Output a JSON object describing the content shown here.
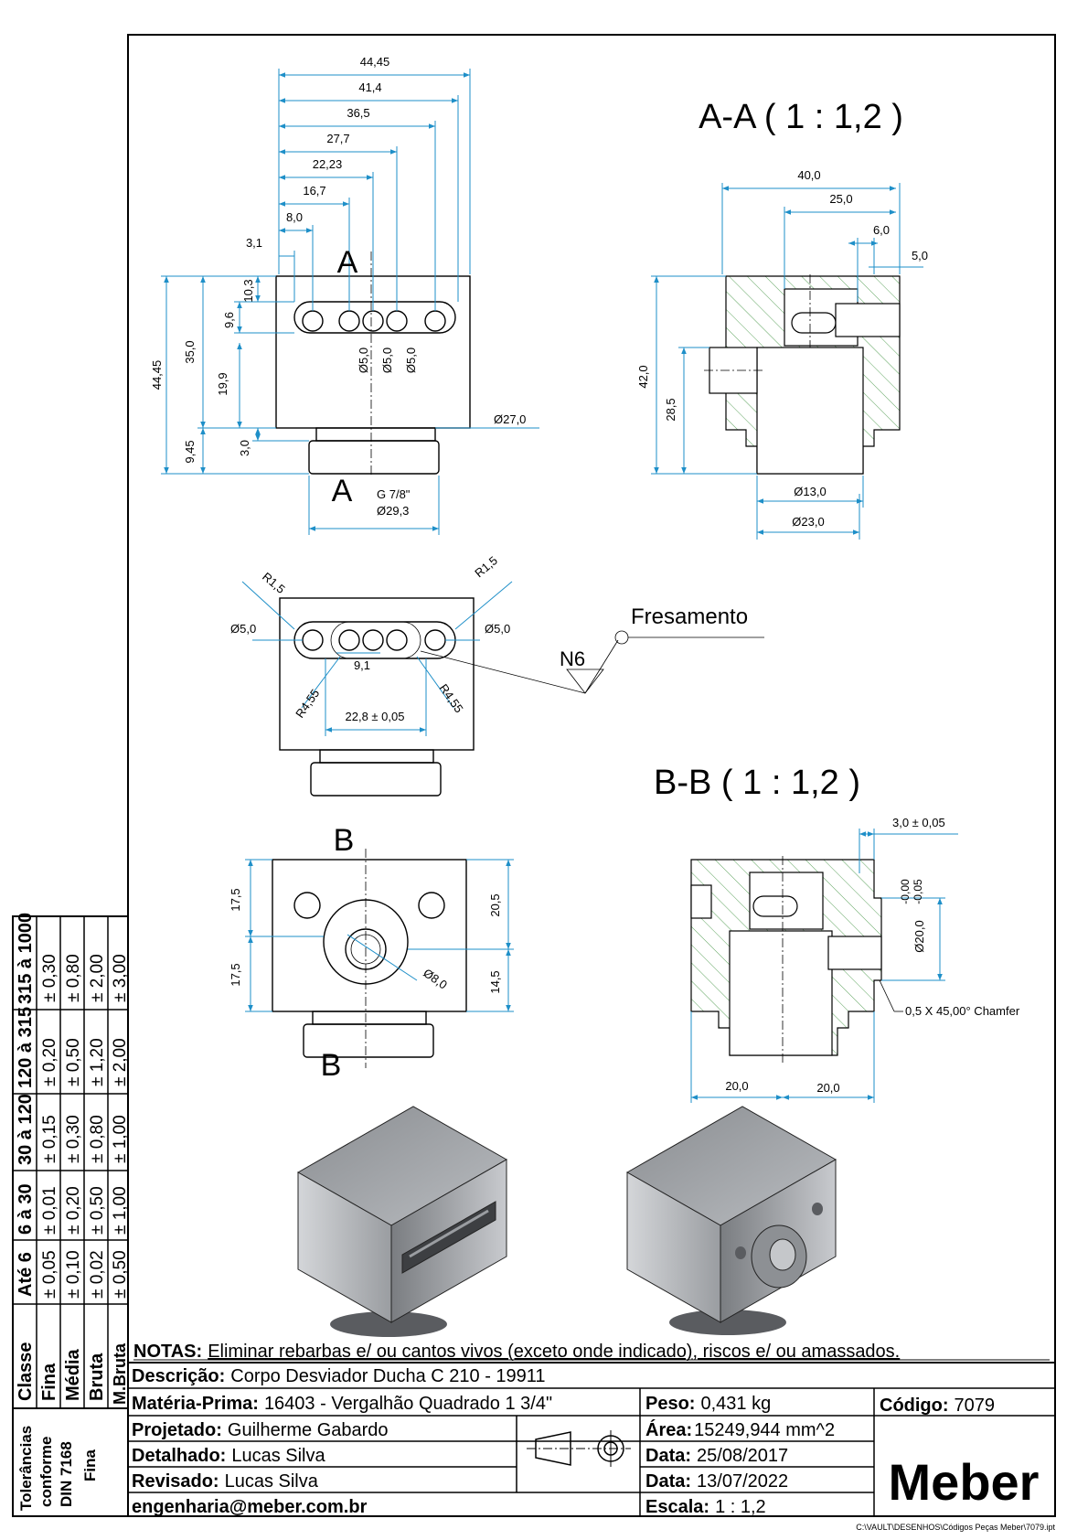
{
  "views": {
    "section_aa_title": "A-A ( 1 : 1,2 )",
    "section_bb_title": "B-B ( 1 : 1,2 )",
    "cut_a": "A",
    "cut_b": "B"
  },
  "front_view_dims": {
    "w1": "44,45",
    "w2": "41,4",
    "w3": "36,5",
    "w4": "27,7",
    "w5": "22,23",
    "w6": "16,7",
    "w7": "8,0",
    "w8": "3,1",
    "h_total": "44,45",
    "h_body": "35,0",
    "h_slot": "10,3",
    "h_slot2": "9,6",
    "h_hole": "19,9",
    "h_base": "9,45",
    "h_neck": "3,0",
    "hole1": "Ø5,0",
    "hole2": "Ø5,0",
    "hole3": "Ø5,0",
    "neck_dia": "Ø27,0",
    "thread": "G 7/8\"",
    "thread_dia": "Ø29,3"
  },
  "section_aa_dims": {
    "w_total": "40,0",
    "w_inner": "25,0",
    "w_a": "6,0",
    "w_b": "5,0",
    "h_total": "42,0",
    "h_inner": "28,5",
    "bore1": "Ø13,0",
    "bore2": "Ø23,0"
  },
  "slot_view_dims": {
    "r_left": "R1,5",
    "r_right": "R1,5",
    "hole_left": "Ø5,0",
    "hole_right": "Ø5,0",
    "pitch": "9,1",
    "r_slot_left": "R4,55",
    "r_slot_right": "R4,55",
    "slot_len": "22,8 ± 0,05",
    "finish": "N6",
    "finish_note": "Fresamento"
  },
  "bottom_view_dims": {
    "h1": "17,5",
    "h2": "17,5",
    "h3": "20,5",
    "h4": "14,5",
    "bore": "Ø8,0"
  },
  "section_bb_dims": {
    "top": "3,0 ± 0,05",
    "dia": "Ø20,0",
    "tol": "-0,00\n-0,05",
    "tol_up": "-0,00",
    "tol_low": "-0,05",
    "chamfer": "0,5 X 45,00° Chamfer",
    "w_left": "20,0",
    "w_right": "20,0"
  },
  "tolerance_table": {
    "side_label": [
      "Tolerâncias",
      "conforme",
      "DIN 7168",
      "Fina"
    ],
    "header_label": "Classe",
    "classes": [
      "Fina",
      "Média",
      "Bruta",
      "M.Bruta"
    ],
    "columns": [
      {
        "range": "Até 6",
        "values": [
          "± 0,05",
          "± 0,10",
          "± 0,02",
          "± 0,50"
        ]
      },
      {
        "range": "6 à 30",
        "values": [
          "± 0,01",
          "± 0,20",
          "± 0,50",
          "± 1,00"
        ]
      },
      {
        "range": "30 à 120",
        "values": [
          "± 0,15",
          "± 0,30",
          "± 0,80",
          "± 1,00"
        ]
      },
      {
        "range": "120 à 315",
        "values": [
          "± 0,20",
          "± 0,50",
          "± 1,20",
          "± 2,00"
        ]
      },
      {
        "range": "315 à 1000",
        "values": [
          "± 0,30",
          "± 0,80",
          "± 2,00",
          "± 3,00"
        ]
      }
    ]
  },
  "title_block": {
    "notes_label": "NOTAS:",
    "notes_text": "Eliminar rebarbas e/ ou cantos vivos (exceto onde indicado), riscos e/ ou amassados.",
    "descricao_label": "Descrição:",
    "descricao": "Corpo Desviador Ducha C 210 - 19911",
    "materia_label": "Matéria-Prima:",
    "materia": "16403 - Vergalhão Quadrado 1 3/4\"",
    "peso_label": "Peso:",
    "peso": "0,431 kg",
    "codigo_label": "Código:",
    "codigo": "7079",
    "projetado_label": "Projetado:",
    "projetado": "Guilherme Gabardo",
    "detalhado_label": "Detalhado:",
    "detalhado": "Lucas Silva",
    "revisado_label": "Revisado:",
    "revisado": "Lucas Silva",
    "email": "engenharia@meber.com.br",
    "area_label": "Área:",
    "area": "15249,944 mm^2",
    "data1_label": "Data:",
    "data1": "25/08/2017",
    "data2_label": "Data:",
    "data2": "13/07/2022",
    "escala_label": "Escala:",
    "escala": "1 : 1,2",
    "logo": "Meber",
    "filepath": "C:\\VAULT\\DESENHOS\\Códigos Peças Meber\\7079.ipt"
  }
}
